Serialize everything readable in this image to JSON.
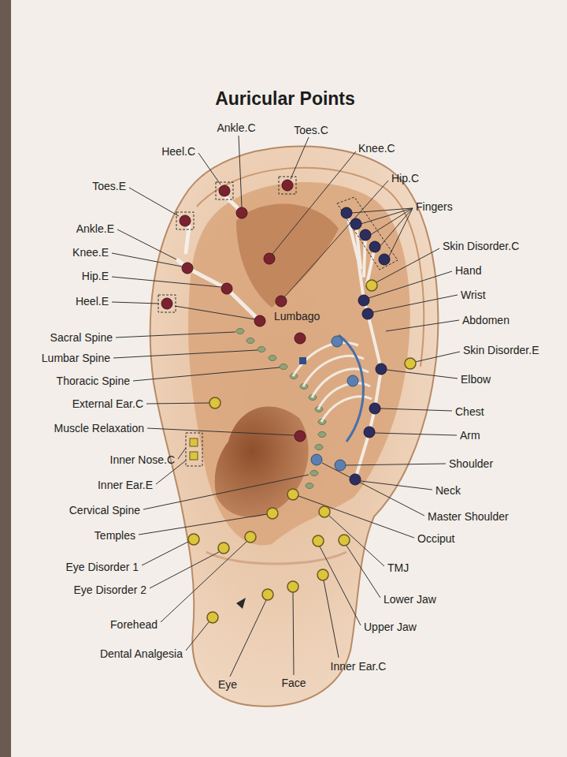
{
  "diagram": {
    "title": "Auricular Points",
    "labels": [
      "Ankle.C",
      "Toes.C",
      "Heel.C",
      "Knee.C",
      "Hip.C",
      "Toes.E",
      "Fingers",
      "Ankle.E",
      "Skin Disorder.C",
      "Knee.E",
      "Hand",
      "Hip.E",
      "Wrist",
      "Heel.E",
      "Lumbago",
      "Abdomen",
      "Sacral Spine",
      "Skin Disorder.E",
      "Lumbar Spine",
      "Thoracic Spine",
      "Elbow",
      "External Ear.C",
      "Chest",
      "Muscle Relaxation",
      "Arm",
      "Inner Nose.C",
      "Shoulder",
      "Inner Ear.E",
      "Neck",
      "Cervical Spine",
      "Master Shoulder",
      "Temples",
      "Occiput",
      "TMJ",
      "Eye Disorder 1",
      "Lower Jaw",
      "Eye Disorder 2",
      "Upper Jaw",
      "Forehead",
      "Dental Analgesia",
      "Inner Ear.C",
      "Eye",
      "Face"
    ]
  }
}
